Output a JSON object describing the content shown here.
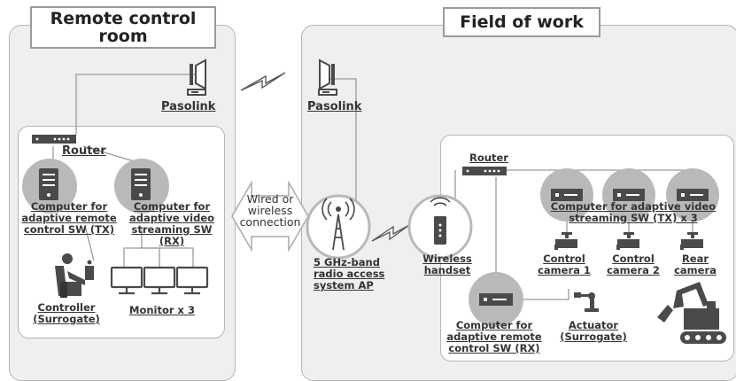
{
  "zones": {
    "remote_title": "Remote control room",
    "field_title": "Field of work"
  },
  "labels": {
    "pasolink_left": "Pasolink",
    "pasolink_right": "Pasolink",
    "router_left": "Router",
    "router_right": "Router",
    "computer_remote_tx": "Computer for adaptive remote control SW (TX)",
    "computer_video_rx": "Computer for adaptive video streaming SW (RX)",
    "controller": "Controller (Surrogate)",
    "monitor": "Monitor x 3",
    "connection": "Wired or wireless connection",
    "radio_ap": "5 GHz-band radio access system AP",
    "wireless_handset": "Wireless handset",
    "computer_video_tx": "Computer for adaptive video streaming SW (TX) x 3",
    "control_camera_1": "Control camera 1",
    "control_camera_2": "Control camera 2",
    "rear_camera": "Rear camera",
    "computer_remote_rx": "Computer for adaptive remote control SW (RX)",
    "actuator": "Actuator (Surrogate)"
  },
  "colors": {
    "zone_bg": "#efefef",
    "circle": "#b9b9b9",
    "dark_device": "#4a4a4a",
    "line": "#9a9a9a"
  },
  "icons": [
    "pasolink-antenna-icon",
    "router-icon",
    "server-icon",
    "operator-seat-icon",
    "monitor-icon",
    "radio-tower-icon",
    "wifi-handset-icon",
    "video-box-icon",
    "camera-icon",
    "robot-arm-icon",
    "excavator-icon",
    "lightning-icon",
    "double-arrow-icon"
  ]
}
